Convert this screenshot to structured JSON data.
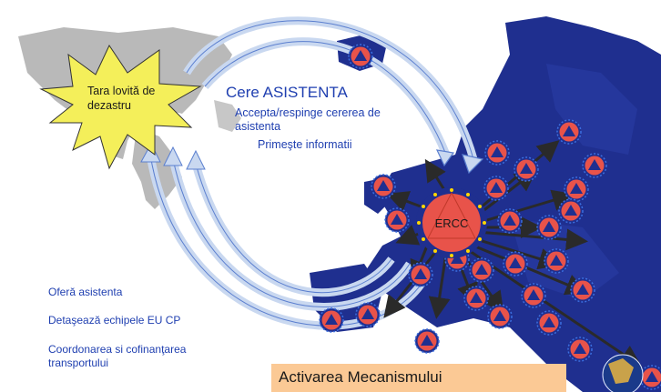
{
  "diagram": {
    "disaster_country_label": "Tara lovită de dezastru",
    "hub_label": "ERCC",
    "request_title": "Cere ASISTENTA",
    "accept_text": "Accepta/respinge cererea de asistenta",
    "receive_text": "Primeşte informatii",
    "offer_text": "Oferă asistenta",
    "deploy_text": "Detaşează echipele EU CP",
    "transport_text": "Coordonarea si cofinanţarea transportului",
    "activation_banner": "Activarea Mecanismului"
  },
  "colors": {
    "map_sea": "#ffffff",
    "europe_land": "#1f2f8f",
    "world_land": "#b9b9b9",
    "star_fill": "#f4ef5a",
    "badge_fill": "#e8534a",
    "arrow_fill": "#c9d8f0",
    "text_blue": "#1f3fb0",
    "banner_fill": "#fbc995",
    "eu_star": "#ffd700"
  },
  "icons": [
    "civil-protection-badge-icon",
    "globe-icon",
    "ercc-hub-icon",
    "disaster-star-icon"
  ]
}
